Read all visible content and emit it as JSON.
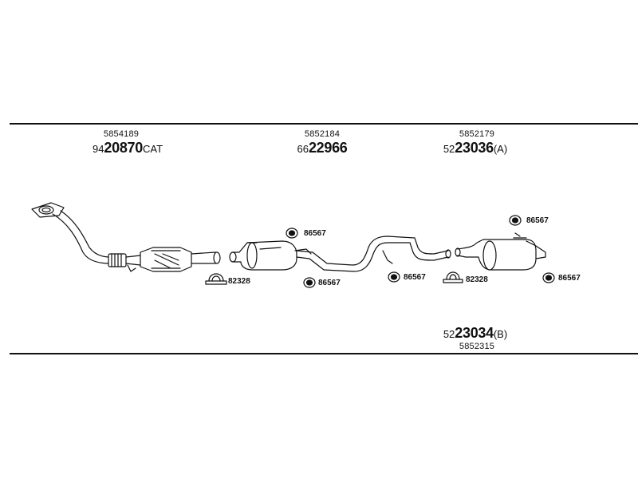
{
  "columns": [
    {
      "oe": "5854189",
      "prefix": "94",
      "number": "20870",
      "suffix": "CAT"
    },
    {
      "oe": "5852184",
      "prefix": "66",
      "number": "22966",
      "suffix": ""
    },
    {
      "oe": "5852179",
      "prefix": "52",
      "number": "23036",
      "suffix": "(A)"
    }
  ],
  "bottom": {
    "oe": "5852315",
    "prefix": "52",
    "number": "23034",
    "suffix": "(B)"
  },
  "components": {
    "clamp_left": "82328",
    "hanger_mid_top": "86567",
    "hanger_mid_bottom": "86567",
    "hanger_mid_right": "86567",
    "clamp_right": "82328",
    "hanger_right_top": "86567",
    "hanger_right_bottom": "86567"
  }
}
